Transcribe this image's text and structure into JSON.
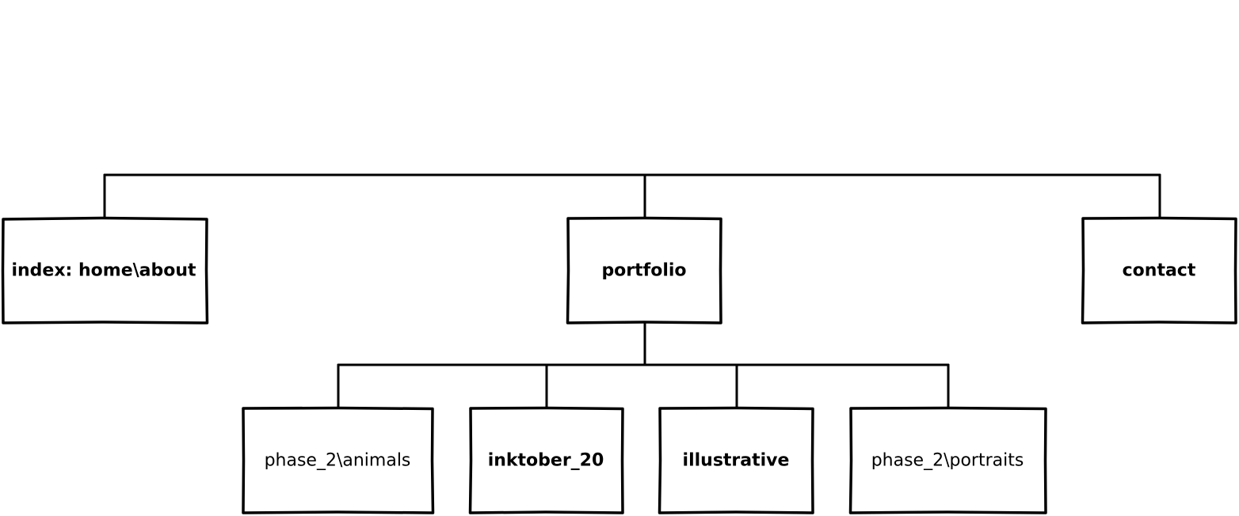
{
  "nodes": {
    "index": "index: home\\about",
    "portfolio": "portfolio",
    "contact": "contact",
    "animals": "phase_2\\animals",
    "inktober": "inktober_20",
    "illustrative": "illustrative",
    "portraits": "phase_2\\portraits"
  },
  "colors": {
    "stroke": "#000000",
    "fill": "#ffffff"
  }
}
